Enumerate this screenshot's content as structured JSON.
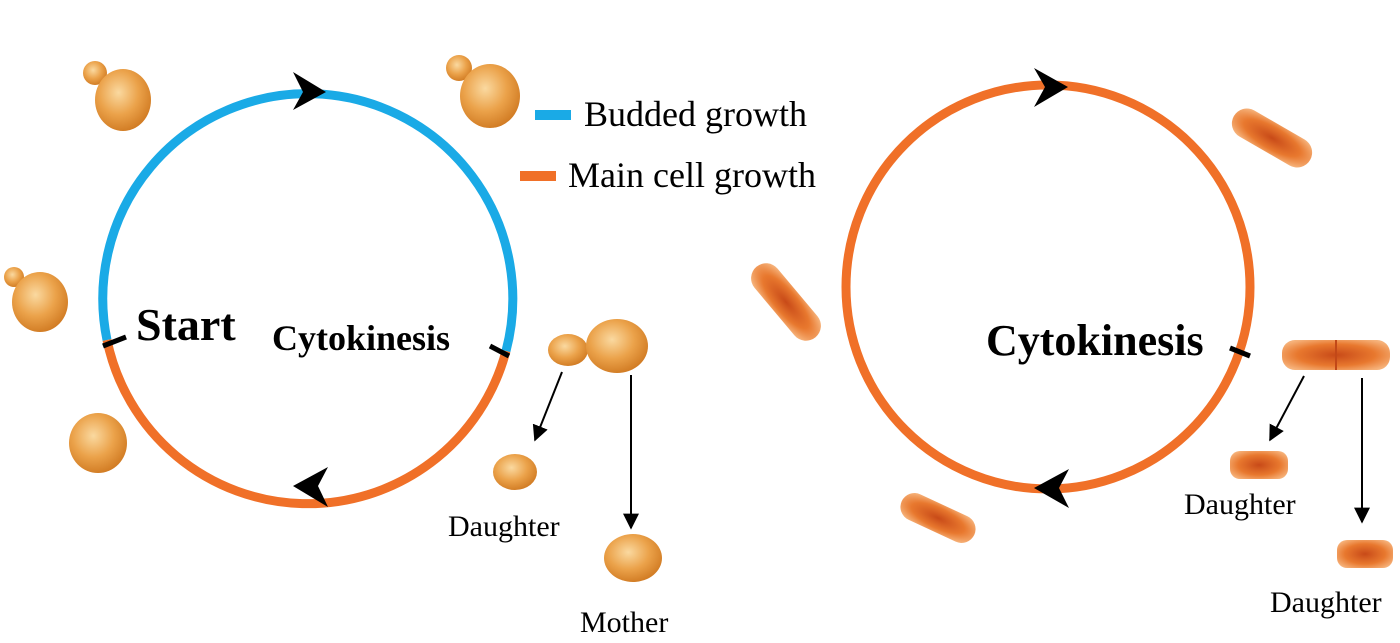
{
  "legend": {
    "items": [
      {
        "label": "Budded growth",
        "color": "#1AAAE6"
      },
      {
        "label": "Main cell growth",
        "color": "#F07028"
      }
    ]
  },
  "budding_cycle": {
    "start_label": "Start",
    "cytokinesis_label": "Cytokinesis",
    "daughter_label": "Daughter",
    "mother_label": "Mother",
    "budded_arc_color": "#1AAAE6",
    "main_arc_color": "#F07028",
    "cell_color": "#E8A040"
  },
  "fission_cycle": {
    "cytokinesis_label": "Cytokinesis",
    "daughter_label_1": "Daughter",
    "daughter_label_2": "Daughter",
    "arc_color": "#F07028",
    "cell_color": "#E06A24"
  },
  "icons": [
    "arrow-head-icon",
    "yeast-cell-icon",
    "rod-cell-icon"
  ]
}
